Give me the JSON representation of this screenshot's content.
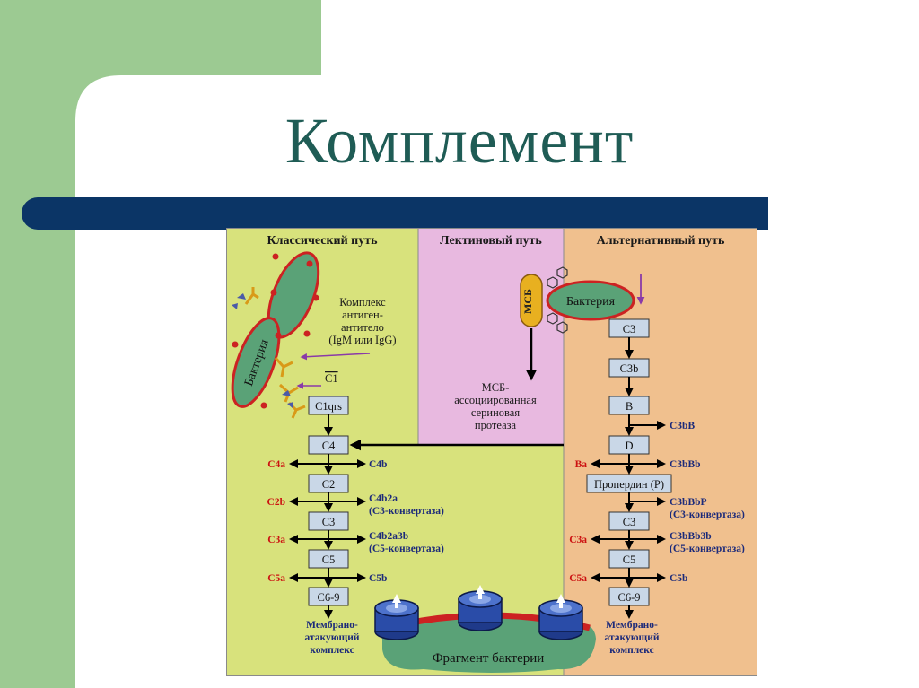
{
  "slide": {
    "title": "Комплемент",
    "colors": {
      "green_bar": "#9cca92",
      "navy_bar": "#0b3566",
      "title": "#1f5c55"
    }
  },
  "diagram": {
    "colors": {
      "classical_panel": "#d8e27c",
      "lectin_panel": "#e8b9e0",
      "alternative_panel": "#f0c08e",
      "box_fill": "#c9d7e7",
      "arrow": "#000000",
      "red_label": "#cc1111",
      "blue_label": "#1c2a7a",
      "bacterium_fill": "#5aa277",
      "bacterium_border": "#cc2222"
    },
    "classical": {
      "header": "Классический путь",
      "bacterium_label": "Бактерия",
      "complex_label": [
        "Комплекс",
        "антиген-",
        "антитело",
        "(IgM или IgG)"
      ],
      "c1_label": "C1",
      "steps": [
        "C1qrs",
        "C4",
        "C2",
        "C3",
        "C5",
        "C6-9"
      ],
      "left_products": [
        "C4a",
        "C2b",
        "C3a",
        "C5a"
      ],
      "right_products": [
        {
          "main": "C4b",
          "sub": ""
        },
        {
          "main": "C4b2a",
          "sub": "(C3-конвертаза)"
        },
        {
          "main": "C4b2a3b",
          "sub": "(C5-конвертаза)"
        },
        {
          "main": "C5b",
          "sub": ""
        }
      ],
      "mac_label": [
        "Мембрано-",
        "атакующий",
        "комплекс"
      ]
    },
    "lectin": {
      "header": "Лектиновый путь",
      "msb_label": "МСБ",
      "protease_label": [
        "МСБ-",
        "ассоциированная",
        "сериновая",
        "протеаза"
      ]
    },
    "alternative": {
      "header": "Альтернативный путь",
      "bacterium_label": "Бактерия",
      "steps": [
        "C3",
        "C3b",
        "B",
        "D",
        "Пропердин (P)",
        "C3",
        "C5",
        "C6-9"
      ],
      "right_side": [
        {
          "main": "C3bB",
          "sub": ""
        },
        {
          "main": "C3bBb",
          "sub": ""
        },
        {
          "main": "C3bBbP",
          "sub": "(C3-конвертаза)"
        },
        {
          "main": "C3bBb3b",
          "sub": "(C5-конвертаза)"
        },
        {
          "main": "C5b",
          "sub": ""
        }
      ],
      "left_products": [
        "Ba",
        "C3a",
        "C5a"
      ],
      "mac_label": [
        "Мембрано-",
        "атакующий",
        "комплекс"
      ]
    },
    "fragment_label": "Фрагмент бактерии"
  }
}
